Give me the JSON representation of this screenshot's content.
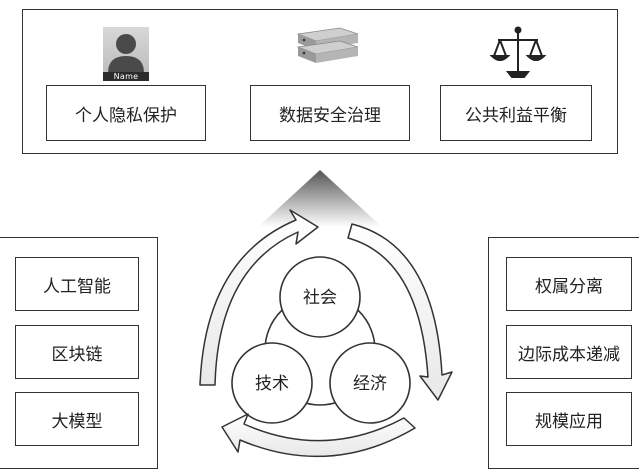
{
  "top": {
    "avatar_tag": "Name",
    "items": [
      {
        "label": "个人隐私保护"
      },
      {
        "label": "数据安全治理"
      },
      {
        "label": "公共利益平衡"
      }
    ]
  },
  "left": {
    "items": [
      {
        "label": "人工智能"
      },
      {
        "label": "区块链"
      },
      {
        "label": "大模型"
      }
    ]
  },
  "right": {
    "items": [
      {
        "label": "权属分离"
      },
      {
        "label": "边际成本递减"
      },
      {
        "label": "规模应用"
      }
    ]
  },
  "center": {
    "circles": [
      {
        "label": "社会"
      },
      {
        "label": "技术"
      },
      {
        "label": "经济"
      }
    ]
  }
}
